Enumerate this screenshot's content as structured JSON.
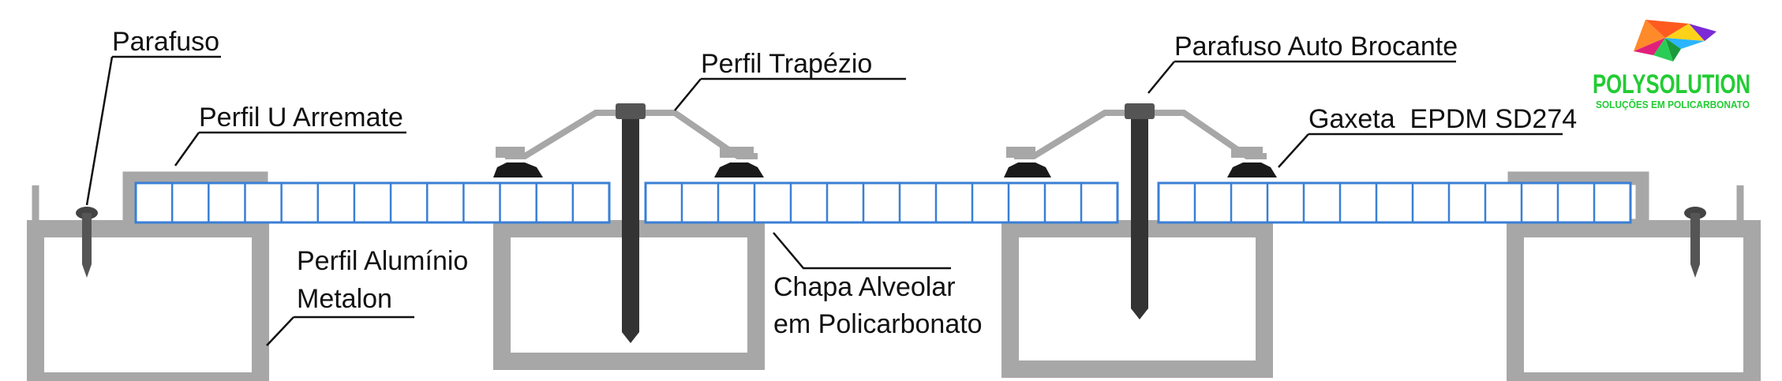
{
  "labels": {
    "parafuso": "Parafuso",
    "perfil_u": "Perfil U Arremate",
    "perfil_trapezio": "Perfil Trapézio",
    "parafuso_auto": "Parafuso Auto Brocante",
    "gaxeta": "Gaxeta  EPDM SD274",
    "perfil_aluminio_1": "Perfil Alumínio",
    "perfil_aluminio_2": "Metalon",
    "chapa_1": "Chapa Alveolar",
    "chapa_2": "em Policarbonato"
  },
  "logo": {
    "name": "POLYSOLUTION",
    "tagline": "SOLUÇÕES EM POLICARBONATO",
    "name_color": "#22cc33",
    "tagline_color": "#22cc33"
  },
  "colors": {
    "aluminum": "#a7a7a7",
    "sheet_outline": "#3a7fd6",
    "screw": "#444444",
    "gasket": "#1a1a1a"
  }
}
